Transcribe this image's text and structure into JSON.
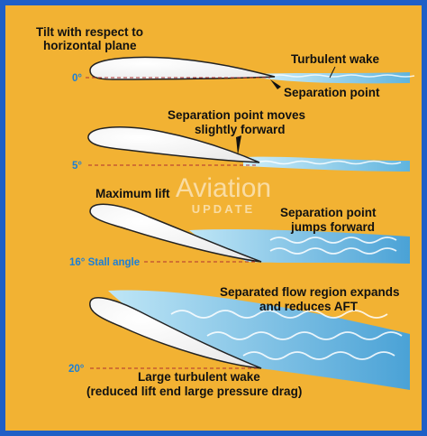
{
  "colors": {
    "background": "#f2b233",
    "border": "#1f5fc6",
    "airfoil_fill": "#ffffff",
    "airfoil_stroke": "#222222",
    "wake_light": "#dff3fb",
    "wake_mid": "#9ed8ef",
    "wake_dark": "#4aa8d8",
    "angle_text": "#1c7fd6",
    "angle_line": "#b03030",
    "watermark": "#ffffff"
  },
  "header": {
    "line1": "Tilt with respect to",
    "line2": "horizontal plane"
  },
  "watermark": {
    "line1": "Aviation",
    "line2": "UPDATE"
  },
  "panels": [
    {
      "angle_label": "0°",
      "notes": [
        "Turbulent wake",
        "Separation point"
      ]
    },
    {
      "angle_label": "5°",
      "notes": [
        "Separation point moves",
        "slightly forward"
      ]
    },
    {
      "angle_label": "16° Stall angle",
      "notes": [
        "Maximum lift",
        "Separation point",
        "jumps forward"
      ]
    },
    {
      "angle_label": "20°",
      "notes": [
        "Separated flow region expands",
        "and reduces AFT",
        "Large turbulent wake",
        "(reduced lift end large pressure drag)"
      ]
    }
  ]
}
